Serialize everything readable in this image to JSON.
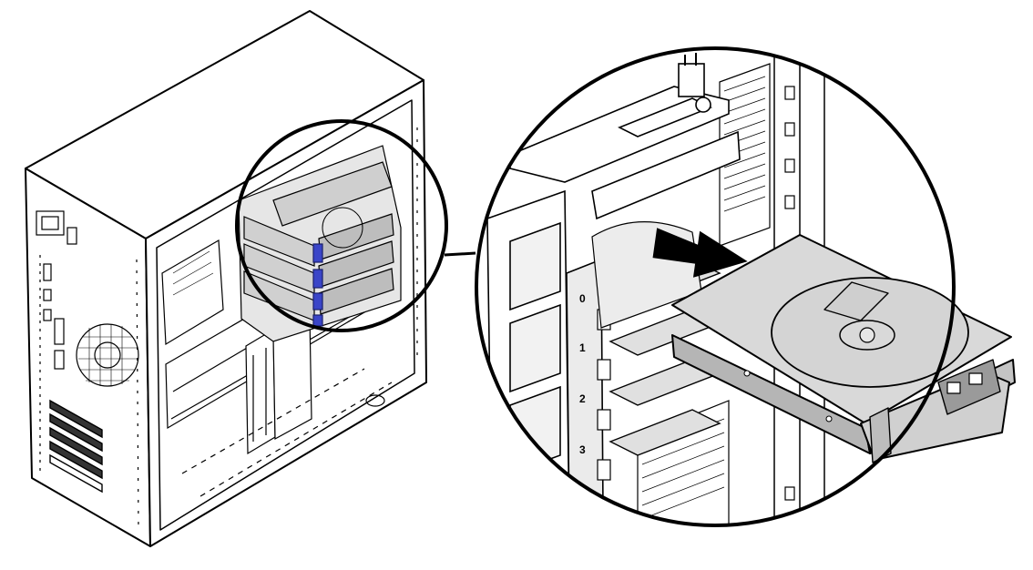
{
  "figure": {
    "bay_labels": [
      "0",
      "1",
      "2",
      "3"
    ],
    "colors": {
      "line": "#000000",
      "background": "#ffffff",
      "chassis_fill": "#ffffff",
      "drive_fill": "#d9d9d9",
      "drive_shadow": "#b5b5b5",
      "cage_fill": "#e6e6e6",
      "bay_highlight": "#3a45c8",
      "arrow_fill": "#000000"
    },
    "icons": [
      "insert-arrow-icon",
      "drive-latch-icon",
      "power-socket-icon"
    ]
  }
}
